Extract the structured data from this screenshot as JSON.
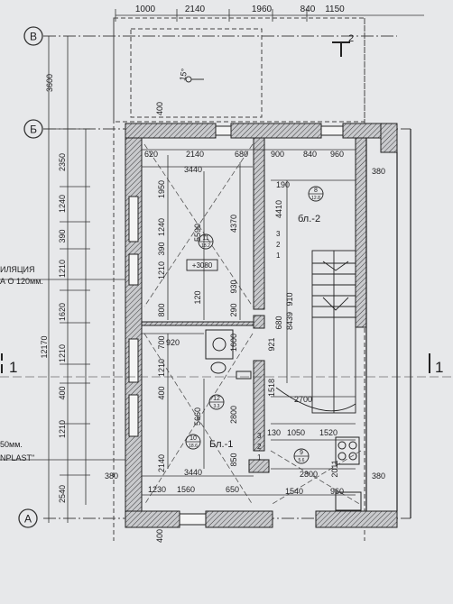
{
  "axes": {
    "b": "В",
    "beta": "Б",
    "a": "А"
  },
  "section_marks": {
    "right_top": "2",
    "left": "1",
    "right": "1"
  },
  "top_dims": [
    "1000",
    "2140",
    "1960",
    "840",
    "1150"
  ],
  "left_dims": [
    "3600",
    "2350",
    "1240",
    "390",
    "1210",
    "1620",
    "1210",
    "400",
    "1210",
    "2540"
  ],
  "overall_height": "12170",
  "side_notes": {
    "insulation_1": "ИЛЯЦИЯ",
    "insulation_2": "А О 120мм.",
    "note_3": "50мм.",
    "note_4": "NPLAST\""
  },
  "balcony_slope": "15°",
  "dims": {
    "d400_top": "400",
    "d620": "620",
    "d2140": "2140",
    "d680": "680",
    "d900": "900",
    "d840": "840",
    "d960": "960",
    "d3440": "3440",
    "d380": "380",
    "d190": "190",
    "d1950": "1950",
    "d5590": "5590",
    "d4370": "4370",
    "d1240": "1240",
    "d390": "390",
    "d1210": "1210",
    "d120": "120",
    "d800": "800",
    "d930": "930",
    "d290": "290",
    "d910": "910",
    "d680b": "680",
    "d8439": "8439",
    "d921": "921",
    "d4410": "4410",
    "d700": "700",
    "d920": "920",
    "d1600": "1600",
    "d1210b": "1210",
    "d400b": "400",
    "d5660": "5660",
    "d2800": "2800",
    "d1518": "1518",
    "d2700": "2700",
    "d130": "130",
    "d1050": "1050",
    "d1520": "1520",
    "d2140b": "2140",
    "d850": "850",
    "d3440b": "3440",
    "d2800b": "2800",
    "d2011": "2011",
    "d380b": "380",
    "d1230": "1230",
    "d1560": "1560",
    "d650": "650",
    "d1540": "1540",
    "d960b": "960",
    "d380c": "380",
    "d400_bot": "400"
  },
  "rooms": [
    {
      "num": "11",
      "area": "18.2"
    },
    {
      "num": "8",
      "area": "12.8"
    },
    {
      "num": "12",
      "area": "3.3"
    },
    {
      "num": "10",
      "area": "18.6"
    },
    {
      "num": "9",
      "area": "5.6"
    }
  ],
  "level": "+3080",
  "blocks": {
    "bl2": "бл.-2",
    "bl1": "Бл.-1"
  },
  "block_steps": [
    "3",
    "2",
    "1"
  ]
}
